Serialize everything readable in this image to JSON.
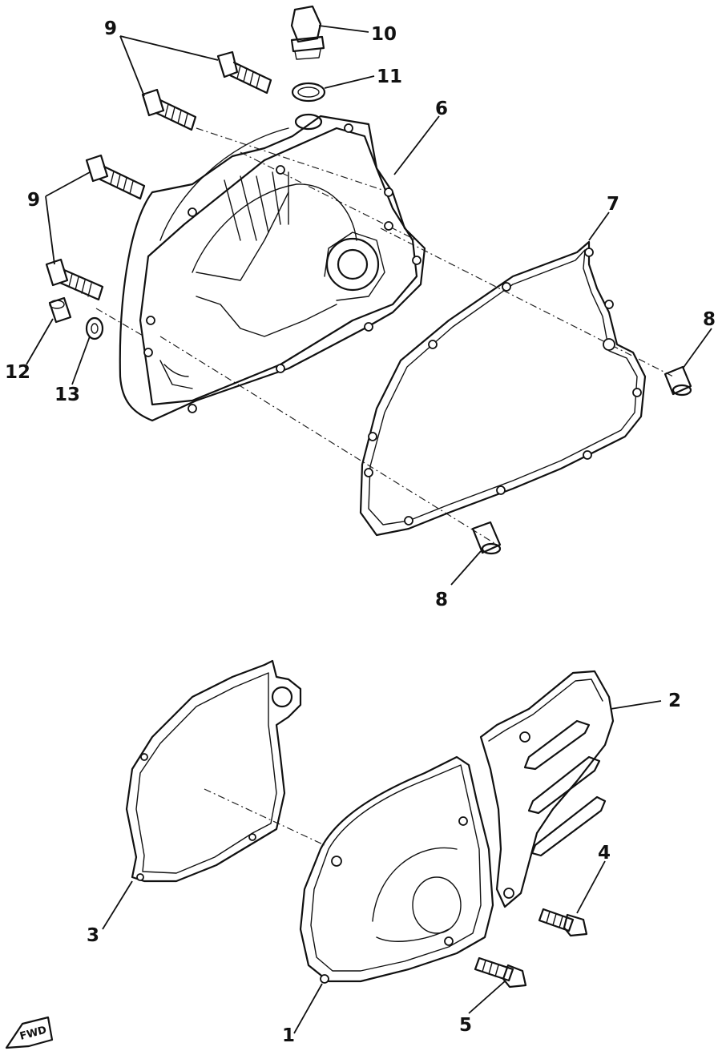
{
  "callouts": {
    "n1": "1",
    "n2": "2",
    "n3": "3",
    "n4": "4",
    "n5": "5",
    "n6": "6",
    "n7": "7",
    "n8a": "8",
    "n8b": "8",
    "n9a": "9",
    "n9b": "9",
    "n10": "10",
    "n11": "11",
    "n12": "12",
    "n13": "13"
  },
  "fwd_label": "FWD"
}
